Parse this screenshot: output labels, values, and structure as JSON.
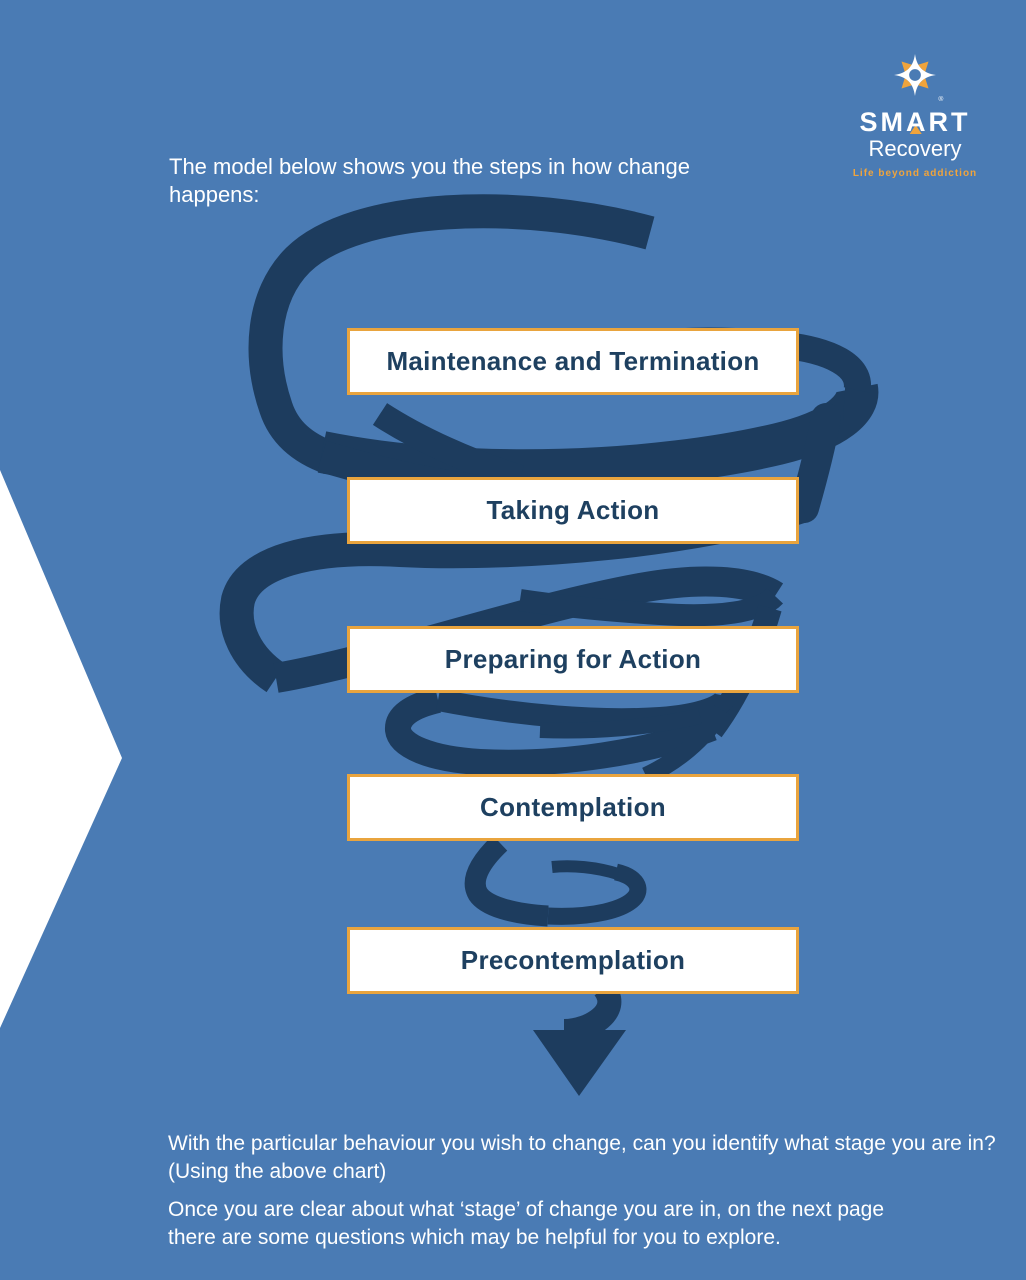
{
  "colors": {
    "background": "#4a7bb4",
    "spiral_navy": "#1d3c5e",
    "box_border_orange": "#e9a43e",
    "box_fill": "#ffffff",
    "box_text_navy": "#1e4060",
    "logo_orange": "#f0a43c",
    "text_white": "#ffffff"
  },
  "logo": {
    "star_icon": "compass-star-icon",
    "wordmark": "SMART",
    "wordmark_sub": "Recovery",
    "tagline": "Life beyond addiction",
    "registered": "®"
  },
  "intro": {
    "line1": "The model below shows you the steps in how change",
    "line2": "happens:"
  },
  "diagram": {
    "type": "flow",
    "shape": "downward-spiral-with-arrow",
    "direction": "top-to-bottom",
    "stages": [
      {
        "label": "Maintenance and Termination"
      },
      {
        "label": "Taking Action"
      },
      {
        "label": "Preparing for Action"
      },
      {
        "label": "Contemplation"
      },
      {
        "label": "Precontemplation"
      }
    ]
  },
  "footer": {
    "q1_line1": "With the particular behaviour you wish to change, can you identify what stage you are in?",
    "q1_line2": "(Using the above chart)",
    "p2_line1": "Once you are clear about what ‘stage’ of change you are in, on the next page",
    "p2_line2": "there are some questions which may be helpful for you to explore."
  }
}
